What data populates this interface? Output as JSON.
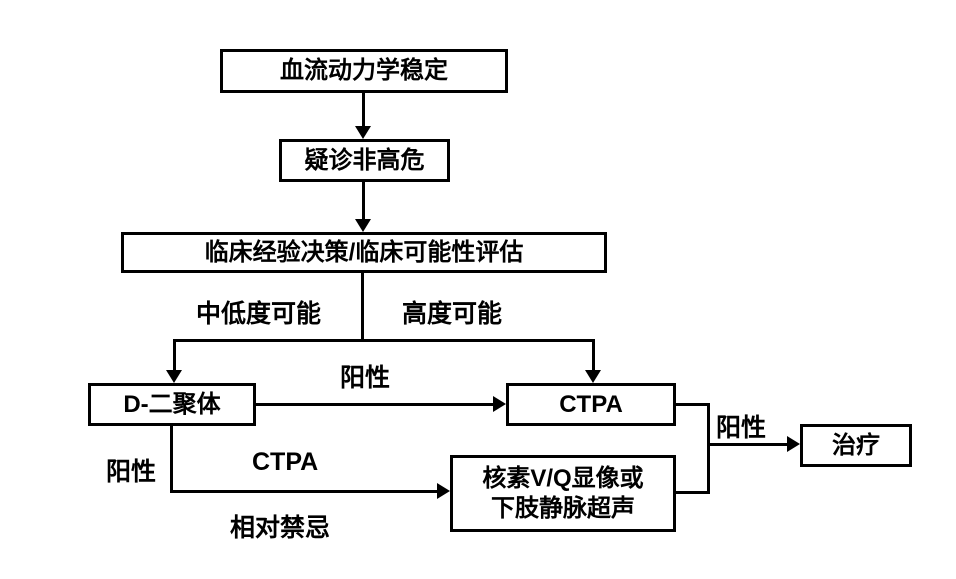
{
  "nodes": {
    "stable": "血流动力学稳定",
    "suspect": "疑诊非高危",
    "assess": "临床经验决策/临床可能性评估",
    "ddimer": "D-二聚体",
    "ctpa": "CTPA",
    "vq_line1": "核素V/Q显像或",
    "vq_line2": "下肢静脉超声",
    "treat": "治疗"
  },
  "labels": {
    "low_probability": "中低度可能",
    "high_probability": "高度可能",
    "positive_ddimer_to_ctpa": "阳性",
    "positive_ddimer_down": "阳性",
    "ctpa_route": "CTPA",
    "relative_contraindication": "相对禁忌",
    "positive_to_treatment": "阳性"
  },
  "colors": {
    "background": "#ffffff",
    "line": "#000000",
    "box_border": "#000000",
    "text": "#000000"
  }
}
